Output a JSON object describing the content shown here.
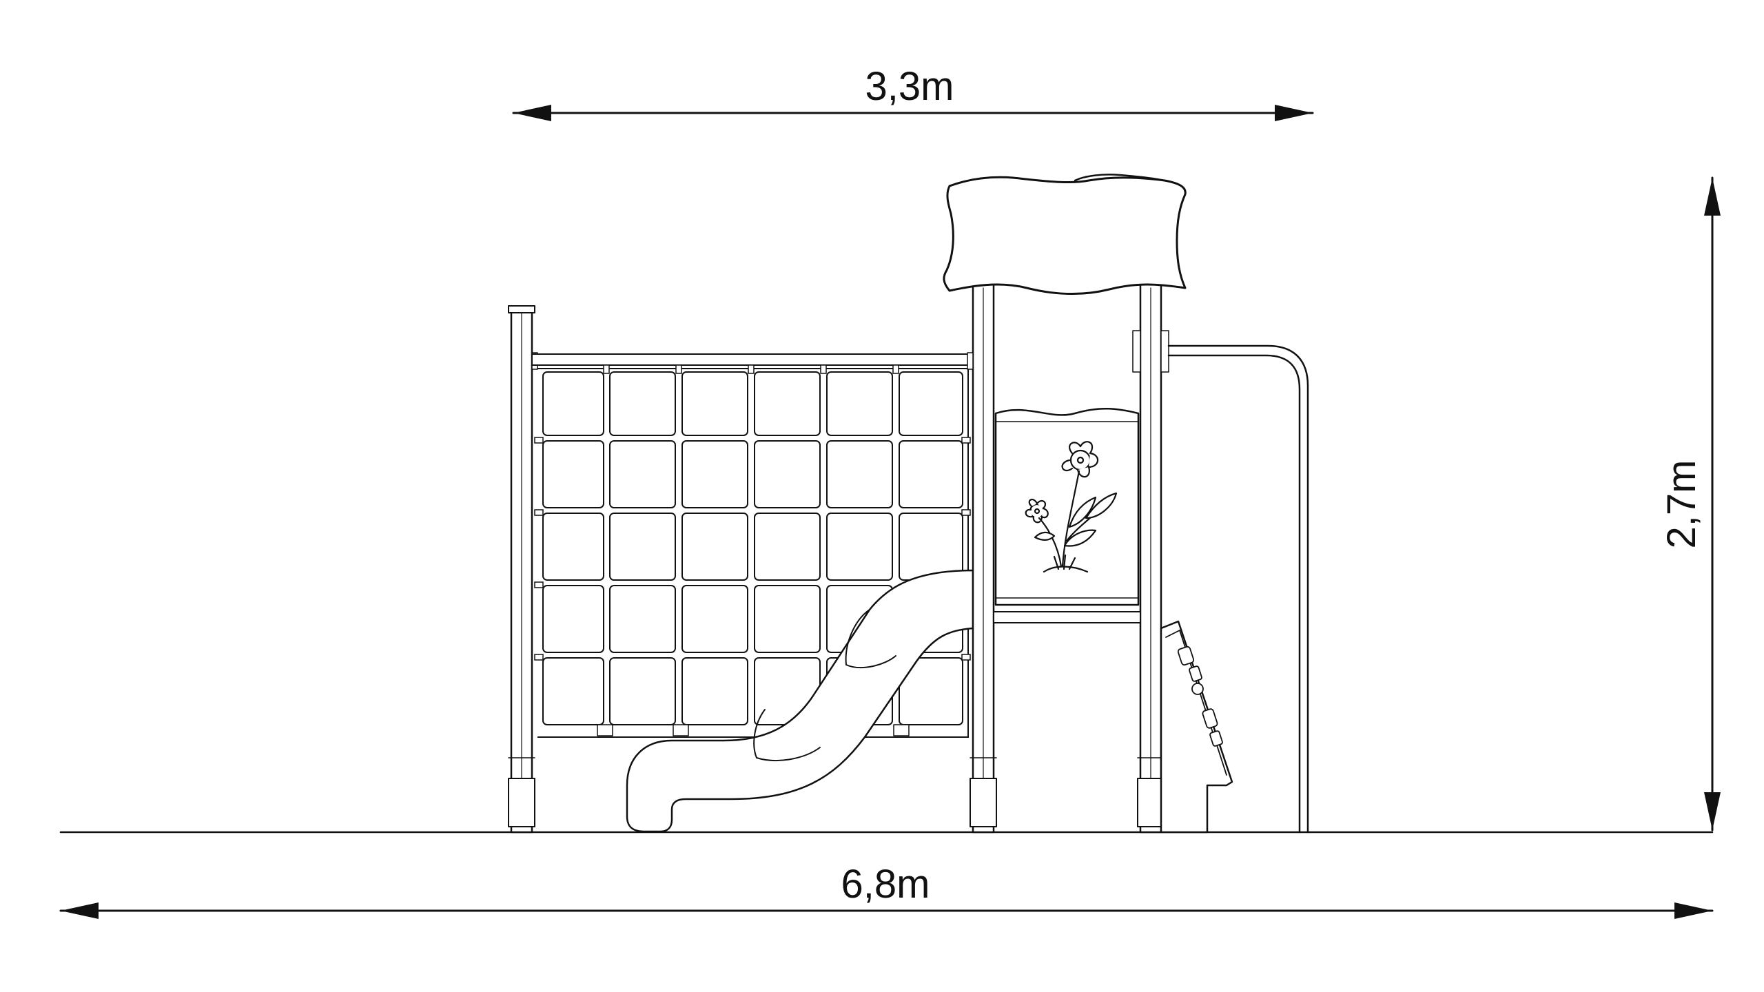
{
  "drawing": {
    "dimensions": {
      "top_width": "3,3m",
      "total_width": "6,8m",
      "height": "2,7m"
    }
  },
  "colors": {
    "line": "#111111",
    "background": "#ffffff"
  },
  "components": {
    "roof_panel": "roof-icon",
    "climbing_net": "net-icon",
    "tube_slide": "slide-icon",
    "flower_panel": "flower-icon",
    "play_panel": "panel-icon",
    "handrail": "rail-icon"
  }
}
